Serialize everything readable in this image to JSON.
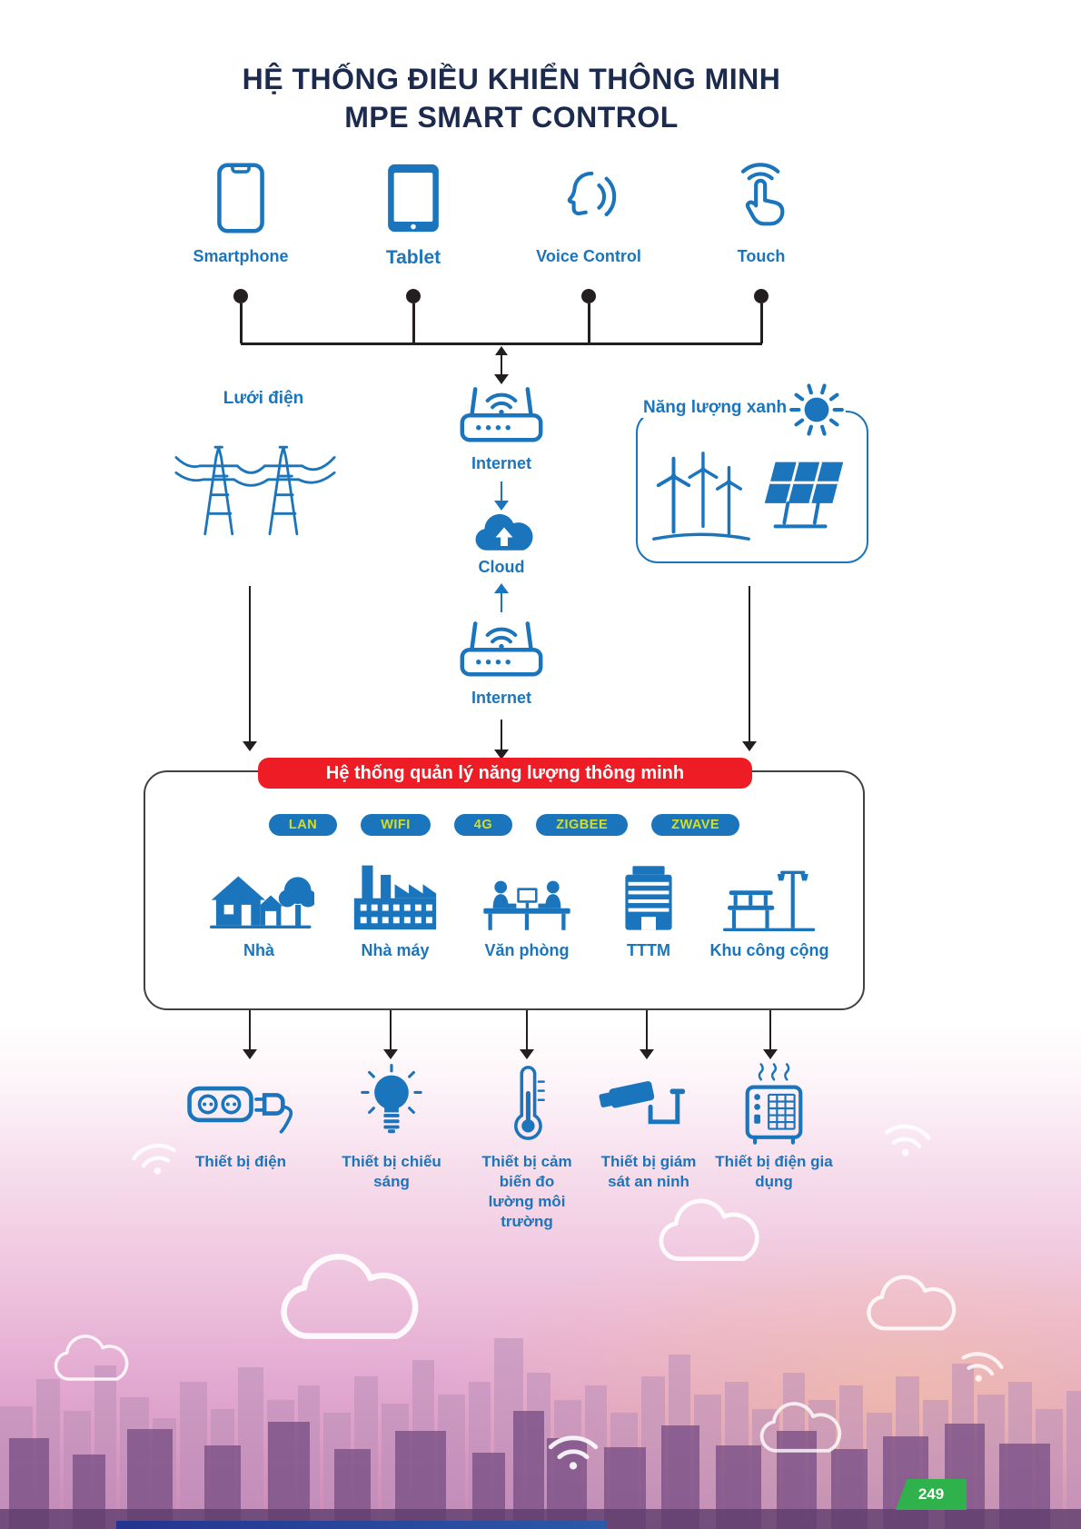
{
  "page": {
    "title_line1": "HỆ THỐNG ĐIỀU KHIỂN THÔNG MINH",
    "title_line2": "MPE SMART CONTROL",
    "page_number": "249"
  },
  "controls": [
    {
      "label": "Smartphone",
      "icon": "smartphone-icon"
    },
    {
      "label": "Tablet",
      "icon": "tablet-icon"
    },
    {
      "label": "Voice Control",
      "icon": "voice-control-icon"
    },
    {
      "label": "Touch",
      "icon": "touch-icon"
    }
  ],
  "sources": {
    "grid_label": "Lưới điện",
    "green_label": "Năng lượng xanh"
  },
  "network": {
    "internet_top_label": "Internet",
    "cloud_label": "Cloud",
    "internet_bottom_label": "Internet"
  },
  "ems": {
    "banner": "Hệ thống quản lý năng lượng thông minh",
    "protocols": [
      "LAN",
      "WIFI",
      "4G",
      "ZIGBEE",
      "ZWAVE"
    ],
    "sites": [
      {
        "label": "Nhà",
        "icon": "house-icon"
      },
      {
        "label": "Nhà máy",
        "icon": "factory-icon"
      },
      {
        "label": "Văn phòng",
        "icon": "office-icon"
      },
      {
        "label": "TTTM",
        "icon": "mall-icon"
      },
      {
        "label": "Khu công cộng",
        "icon": "public-space-icon"
      }
    ]
  },
  "devices": [
    {
      "label": "Thiết bị điện",
      "icon": "power-strip-icon"
    },
    {
      "label": "Thiết bị chiếu sáng",
      "icon": "light-bulb-icon"
    },
    {
      "label": "Thiết bị cảm biến đo lường môi trường",
      "icon": "thermometer-icon"
    },
    {
      "label": "Thiết bị giám sát an ninh",
      "icon": "security-camera-icon"
    },
    {
      "label": "Thiết bị điện gia dụng",
      "icon": "appliance-icon"
    }
  ],
  "colors": {
    "blue": "#1b75bc",
    "navy": "#1b2a4d",
    "red": "#ee1c25",
    "pill_text": "#d3de27",
    "badge_green": "#2fb14b",
    "connector_black": "#231f20"
  }
}
